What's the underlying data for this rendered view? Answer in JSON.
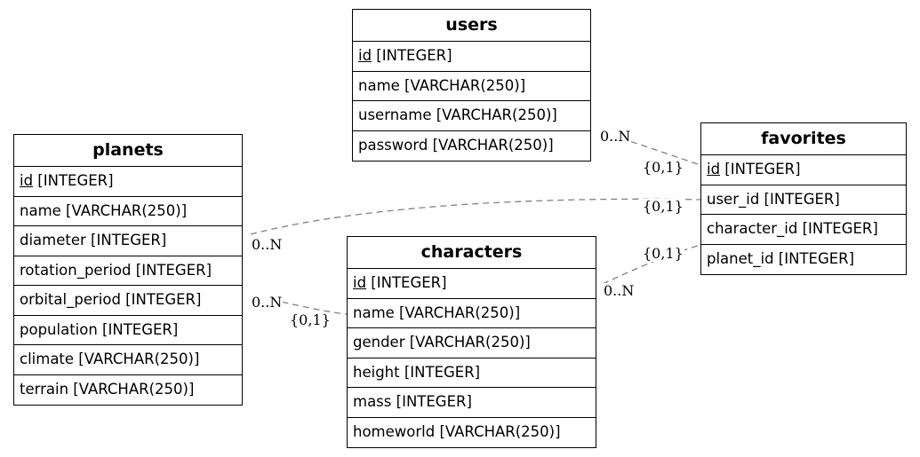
{
  "entities": {
    "users": {
      "title": "users",
      "fields": [
        {
          "name": "id",
          "type": " [INTEGER]",
          "pk": true
        },
        {
          "name": "name",
          "type": " [VARCHAR(250)]",
          "pk": false
        },
        {
          "name": "username",
          "type": " [VARCHAR(250)]",
          "pk": false
        },
        {
          "name": "password",
          "type": " [VARCHAR(250)]",
          "pk": false
        }
      ]
    },
    "favorites": {
      "title": "favorites",
      "fields": [
        {
          "name": "id",
          "type": " [INTEGER]",
          "pk": true
        },
        {
          "name": "user_id",
          "type": " [INTEGER]",
          "pk": false
        },
        {
          "name": "character_id",
          "type": " [INTEGER]",
          "pk": false
        },
        {
          "name": "planet_id",
          "type": " [INTEGER]",
          "pk": false
        }
      ]
    },
    "planets": {
      "title": "planets",
      "fields": [
        {
          "name": "id",
          "type": " [INTEGER]",
          "pk": true
        },
        {
          "name": "name",
          "type": " [VARCHAR(250)]",
          "pk": false
        },
        {
          "name": "diameter",
          "type": " [INTEGER]",
          "pk": false
        },
        {
          "name": "rotation_period",
          "type": " [INTEGER]",
          "pk": false
        },
        {
          "name": "orbital_period",
          "type": " [INTEGER]",
          "pk": false
        },
        {
          "name": "population",
          "type": " [INTEGER]",
          "pk": false
        },
        {
          "name": "climate",
          "type": " [VARCHAR(250)]",
          "pk": false
        },
        {
          "name": "terrain",
          "type": " [VARCHAR(250)]",
          "pk": false
        }
      ]
    },
    "characters": {
      "title": "characters",
      "fields": [
        {
          "name": "id",
          "type": " [INTEGER]",
          "pk": true
        },
        {
          "name": "name",
          "type": " [VARCHAR(250)]",
          "pk": false
        },
        {
          "name": "gender",
          "type": " [VARCHAR(250)]",
          "pk": false
        },
        {
          "name": "height",
          "type": " [INTEGER]",
          "pk": false
        },
        {
          "name": "mass",
          "type": " [INTEGER]",
          "pk": false
        },
        {
          "name": "homeworld",
          "type": " [VARCHAR(250)]",
          "pk": false
        }
      ]
    }
  },
  "relations": {
    "users_favorites": {
      "from_card": "0..N",
      "to_card": "{0,1}"
    },
    "planets_favorites": {
      "from_card": "0..N",
      "to_card": "{0,1}"
    },
    "characters_favorites": {
      "from_card": "0..N",
      "to_card": "{0,1}"
    },
    "planets_characters": {
      "from_card": "0..N",
      "to_card": "{0,1}"
    }
  },
  "colors": {
    "edge": "#808080",
    "border": "#000000"
  }
}
